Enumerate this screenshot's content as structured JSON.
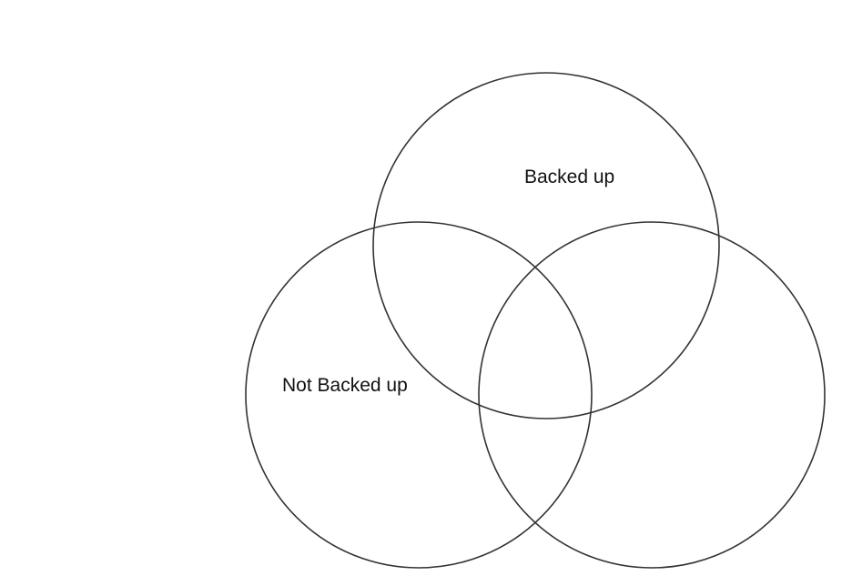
{
  "diagram": {
    "type": "venn",
    "sets": [
      {
        "label": "Backed up"
      },
      {
        "label": "Not Backed up"
      },
      {
        "label": ""
      }
    ],
    "stroke_color": "#333333",
    "background_color": "#ffffff"
  }
}
